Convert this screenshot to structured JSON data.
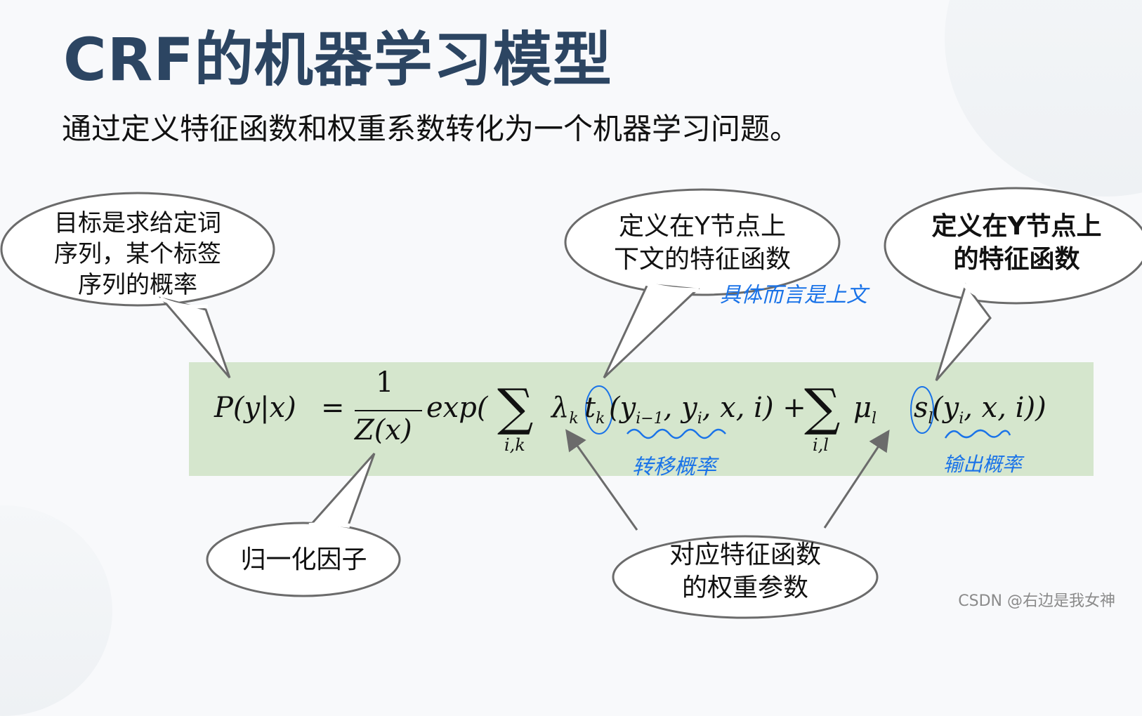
{
  "slide": {
    "title": "CRF的机器学习模型",
    "subtitle": "通过定义特征函数和权重系数转化为一个机器学习问题。"
  },
  "formula": {
    "lhs": "P(y|x)",
    "equals": "=",
    "frac_num": "1",
    "frac_den": "Z(x)",
    "exp": "exp(",
    "sum1": "∑",
    "sum1_sub": "i,k",
    "lambda": "λ",
    "lambda_sub": "k",
    "t": "t",
    "t_sub": "k",
    "args1": "(y",
    "args1_sub": "i−1",
    "args1_rest": ", y",
    "args1_sub2": "i",
    "args1_tail": ", x, i) +",
    "sum2": "∑",
    "sum2_sub": "i,l",
    "mu": "μ",
    "mu_sub": "l",
    "s": "s",
    "s_sub": "l",
    "args2": "(y",
    "args2_sub": "i",
    "args2_tail": ", x, i))",
    "background_color": "#d5e6cd"
  },
  "callouts": [
    {
      "id": "target",
      "lines": [
        "目标是求给定词",
        "序列，某个标签",
        "序列的概率"
      ],
      "bold": false
    },
    {
      "id": "transition-feature",
      "lines": [
        "定义在Y节点上",
        "下文的特征函数"
      ],
      "bold": false
    },
    {
      "id": "state-feature",
      "lines": [
        "定义在Y节点上",
        "的特征函数"
      ],
      "bold": true
    },
    {
      "id": "normalization",
      "lines": [
        "归一化因子"
      ],
      "bold": false
    },
    {
      "id": "weights",
      "lines": [
        "对应特征函数",
        "的权重参数"
      ],
      "bold": false
    }
  ],
  "handwritten_notes": {
    "context_note": "具体而言是上文",
    "transition_prob": "转移概率",
    "output_prob": "输出概率",
    "color": "#1a73e8"
  },
  "watermark": "CSDN @右边是我女神",
  "colors": {
    "title": "#2c4562",
    "background": "#f8f9fb",
    "callout_stroke": "#6b6b6b"
  }
}
